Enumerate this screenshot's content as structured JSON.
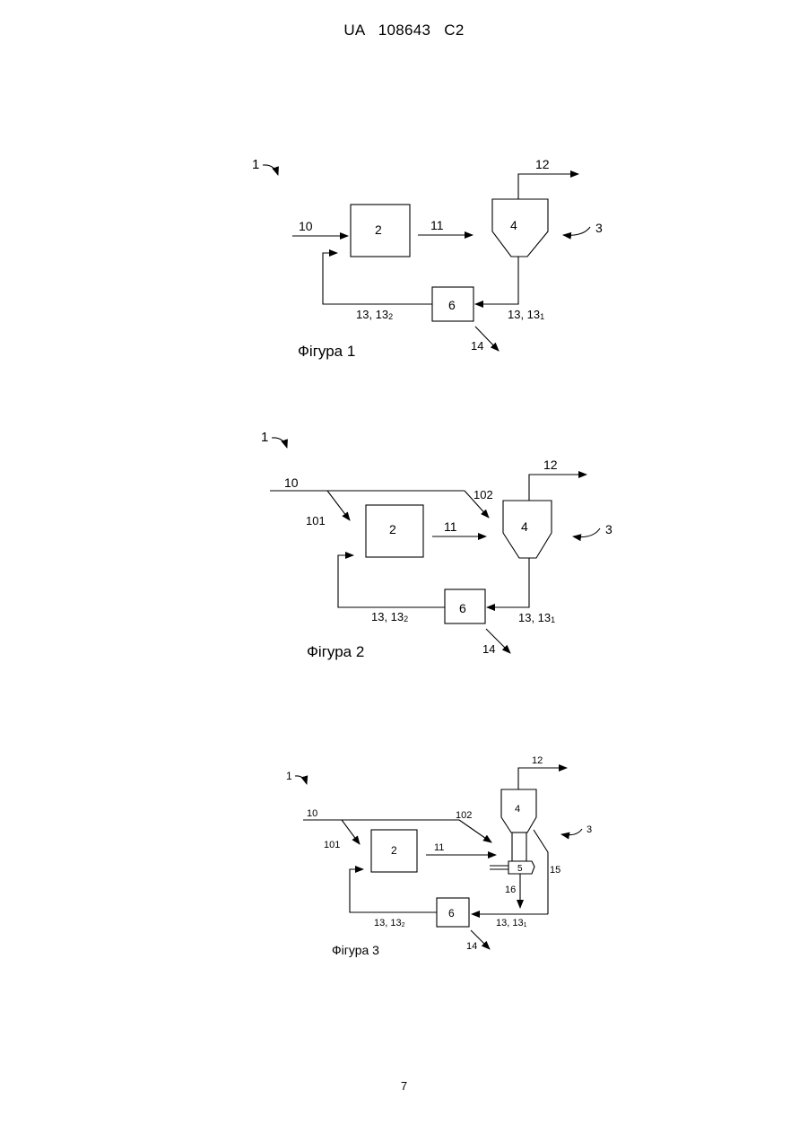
{
  "header": "UA   108643   C2",
  "page_number": "7",
  "figures": [
    {
      "caption": "Фігура 1",
      "labels": {
        "system": "1",
        "reactor": "2",
        "unit3": "3",
        "separator": "4",
        "unit6": "6",
        "feed": "10",
        "stream11": "11",
        "stream12": "12",
        "stream13_1": "13, 13",
        "sub1": "1",
        "stream13_2": "13, 13",
        "sub2": "2",
        "stream14": "14"
      }
    },
    {
      "caption": "Фігура 2",
      "labels": {
        "system": "1",
        "reactor": "2",
        "unit3": "3",
        "separator": "4",
        "unit6": "6",
        "feed": "10",
        "feed101": "101",
        "feed102": "102",
        "stream11": "11",
        "stream12": "12",
        "stream13_1": "13, 13",
        "sub1": "1",
        "stream13_2": "13, 13",
        "sub2": "2",
        "stream14": "14"
      }
    },
    {
      "caption": "Фігура 3",
      "labels": {
        "system": "1",
        "reactor": "2",
        "unit3": "3",
        "separator": "4",
        "unit5": "5",
        "unit6": "6",
        "feed": "10",
        "feed101": "101",
        "feed102": "102",
        "stream11": "11",
        "stream12": "12",
        "stream13_1": "13, 13",
        "sub1": "1",
        "stream13_2": "13, 13",
        "sub2": "2",
        "stream14": "14",
        "stream15": "15",
        "stream16": "16"
      }
    }
  ]
}
